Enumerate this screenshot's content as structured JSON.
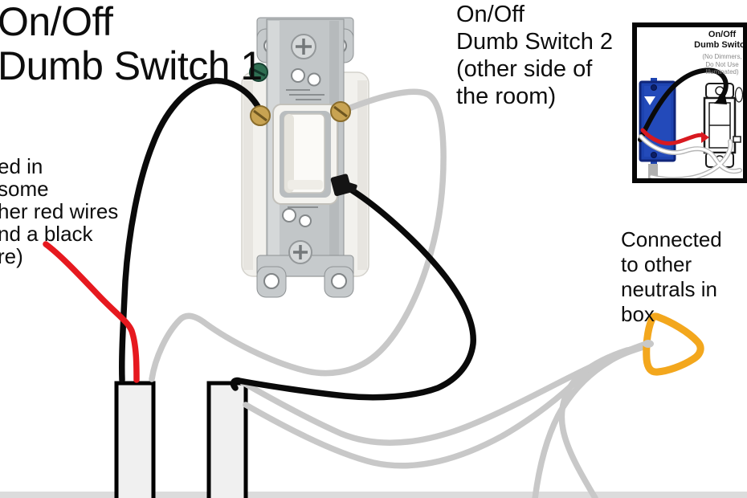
{
  "title1": {
    "lines": [
      "On/Off",
      "Dumb Switch 1"
    ]
  },
  "title2": {
    "lines": [
      "On/Off",
      "Dumb Switch 2",
      "(other side of",
      "the room)"
    ]
  },
  "note_left": {
    "lines": [
      "ed in",
      "some",
      "her red wires",
      "nd a black",
      "re)"
    ]
  },
  "note_neutrals": {
    "lines": [
      "Connected",
      "to other",
      "neutrals in",
      "box"
    ]
  },
  "inset": {
    "title_lines": [
      "On/Off",
      "Dumb Switch"
    ],
    "subtitle_lines": [
      "(No Dimmers,",
      "Do Not Use",
      "Illuminated)"
    ]
  },
  "colors": {
    "black_wire": "#0a0a0a",
    "neutral_wire": "#c8c8c8",
    "red_wire": "#e6191f",
    "wire_nut_yellow": "#f3a71d",
    "inset_box_blue": "#1d43b0",
    "conduit_fill": "#f0f0f0",
    "metal_strap": "#c2c6c8",
    "brass_screw": "#c8a352",
    "ground_screw_green": "#2f6e52"
  }
}
